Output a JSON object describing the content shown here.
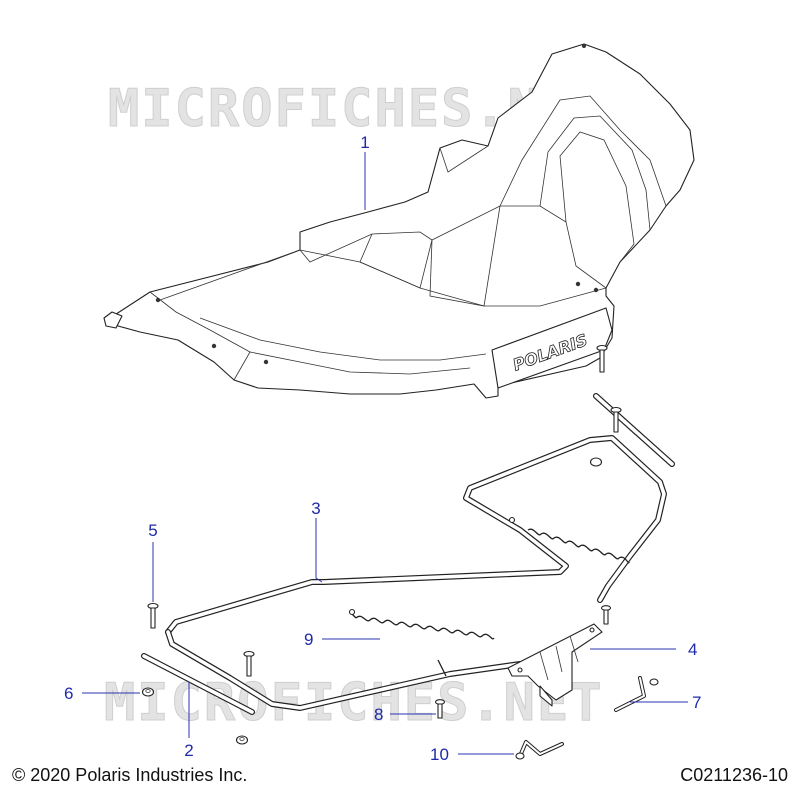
{
  "watermark": "MICROFICHES.NET",
  "footer": {
    "copyright": "© 2020 Polaris Industries Inc.",
    "diagram_code": "C0211236-10"
  },
  "hood_logo": "POLARIS",
  "callouts": [
    "1",
    "2",
    "3",
    "4",
    "5",
    "6",
    "7",
    "8",
    "9",
    "10"
  ],
  "colors": {
    "callout": "#1f2aa8",
    "line_art": "#222222",
    "watermark": "#d8d8d8"
  }
}
